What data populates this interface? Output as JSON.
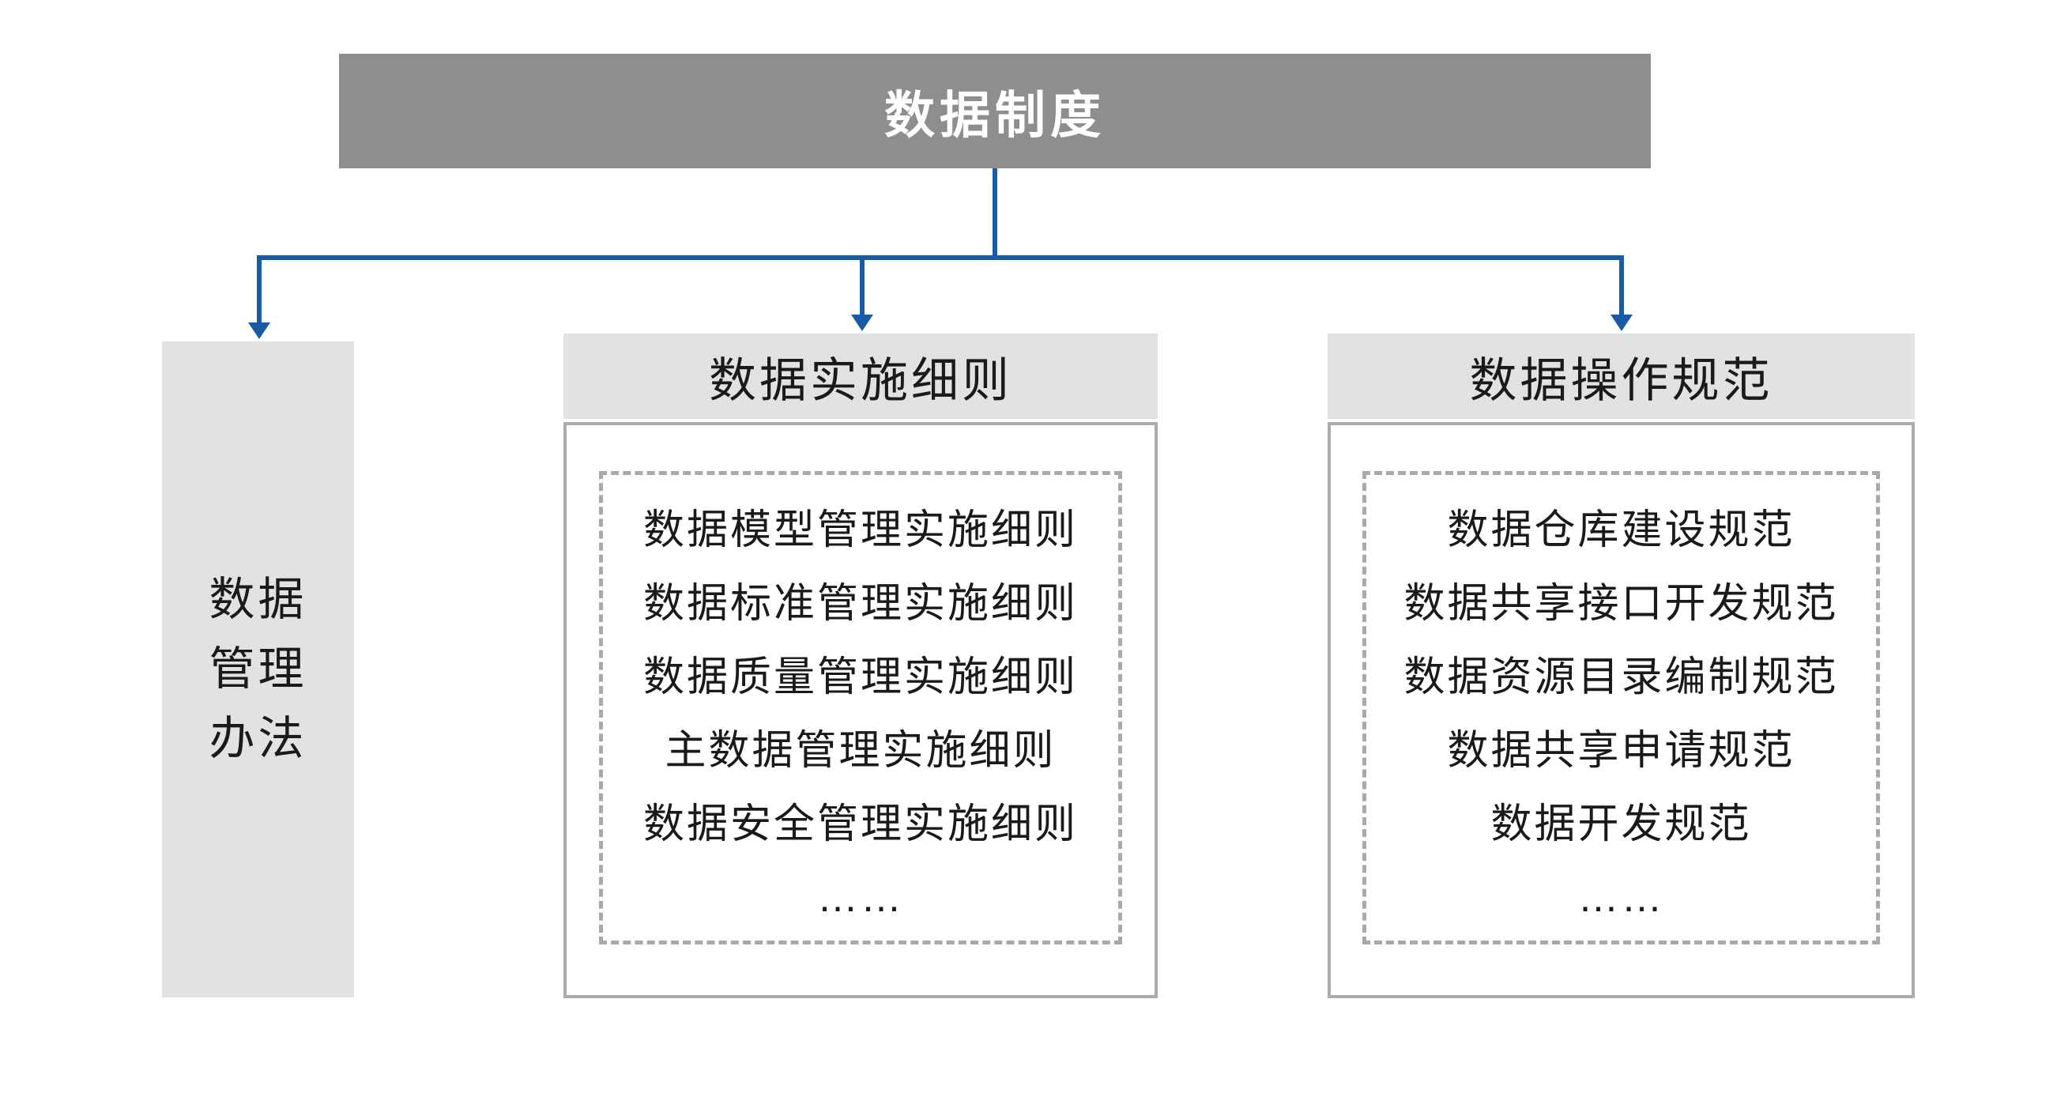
{
  "diagram": {
    "root_label": "数据制度",
    "left_node": {
      "lines": [
        "数据",
        "管理",
        "办法"
      ]
    },
    "middle_node": {
      "title": "数据实施细则",
      "items": [
        "数据模型管理实施细则",
        "数据标准管理实施细则",
        "数据质量管理实施细则",
        "主数据管理实施细则",
        "数据安全管理实施细则",
        "……"
      ]
    },
    "right_node": {
      "title": "数据操作规范",
      "items": [
        "数据仓库建设规范",
        "数据共享接口开发规范",
        "数据资源目录编制规范",
        "数据共享申请规范",
        "数据开发规范",
        "……"
      ]
    }
  },
  "colors": {
    "root_bg": "#8E8E8E",
    "root_text": "#FFFFFF",
    "node_bg": "#E2E2E2",
    "connector_blue": "#1A5BA8",
    "border_gray": "#ABABAB",
    "dash_gray": "#A9A9A9",
    "text_dark": "#1A1A1A",
    "page_bg": "#FFFFFF"
  }
}
